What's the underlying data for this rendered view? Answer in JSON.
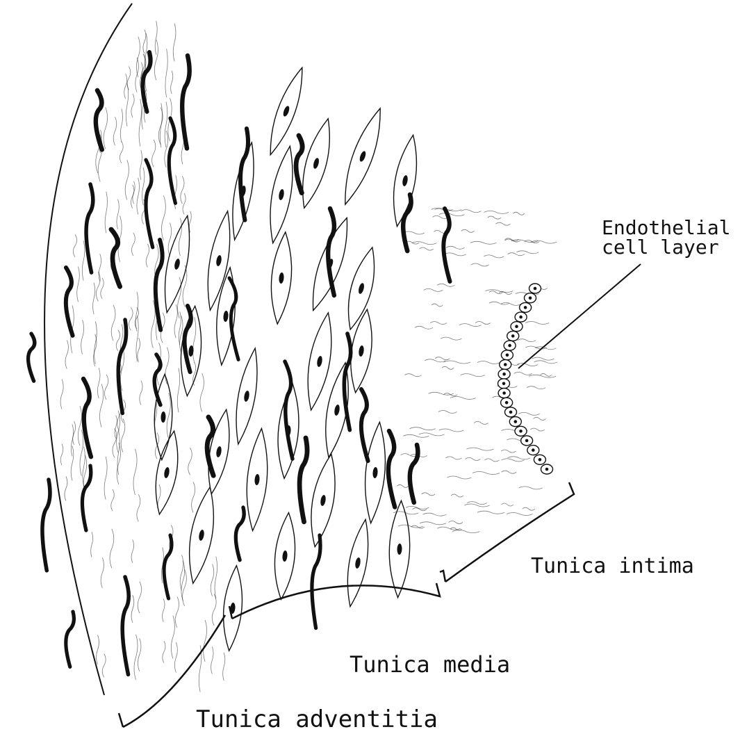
{
  "labels": {
    "endothelial_line1": "Endothelial",
    "endothelial_line2": "cell layer",
    "tunica_intima": "Tunica intima",
    "tunica_media": "Tunica media",
    "tunica_adventitia": "Tunica adventitia"
  },
  "colors": {
    "ink": "#111111",
    "paper": "#ffffff"
  }
}
